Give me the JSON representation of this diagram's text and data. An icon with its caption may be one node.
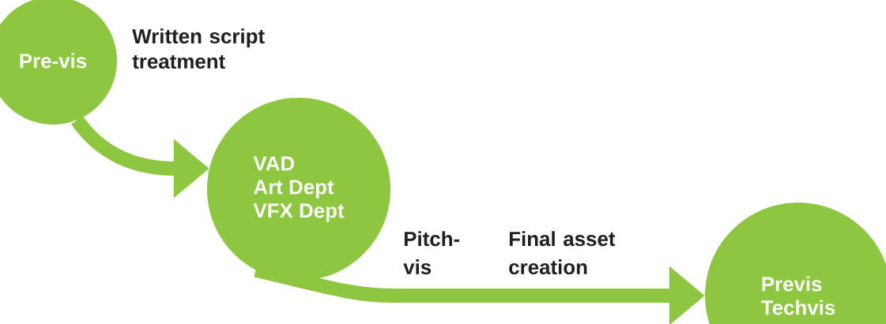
{
  "diagram": {
    "nodes": [
      {
        "text": [
          "Pre-vis"
        ],
        "beside": [
          "Written script treatment"
        ]
      },
      {
        "text": [
          "VAD",
          "Art Dept",
          "VFX Dept"
        ]
      },
      {
        "text": [
          "Previs",
          "Techvis"
        ]
      }
    ],
    "edges": [
      {
        "from": 0,
        "to": 1,
        "arrow": "to"
      },
      {
        "from": 1,
        "to": 2,
        "arrow": "to"
      }
    ],
    "labels": [
      "Pitch-vis",
      "Final asset creation"
    ]
  }
}
